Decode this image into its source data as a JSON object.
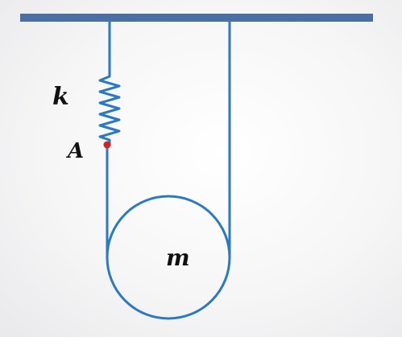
{
  "diagram": {
    "spring_label": "k",
    "point_label": "A",
    "mass_label": "m",
    "colors": {
      "ceiling": "#4a6fa5",
      "string": "#2a79c4",
      "spring": "#2a79c4",
      "point": "#d42020",
      "text": "#111111"
    }
  }
}
